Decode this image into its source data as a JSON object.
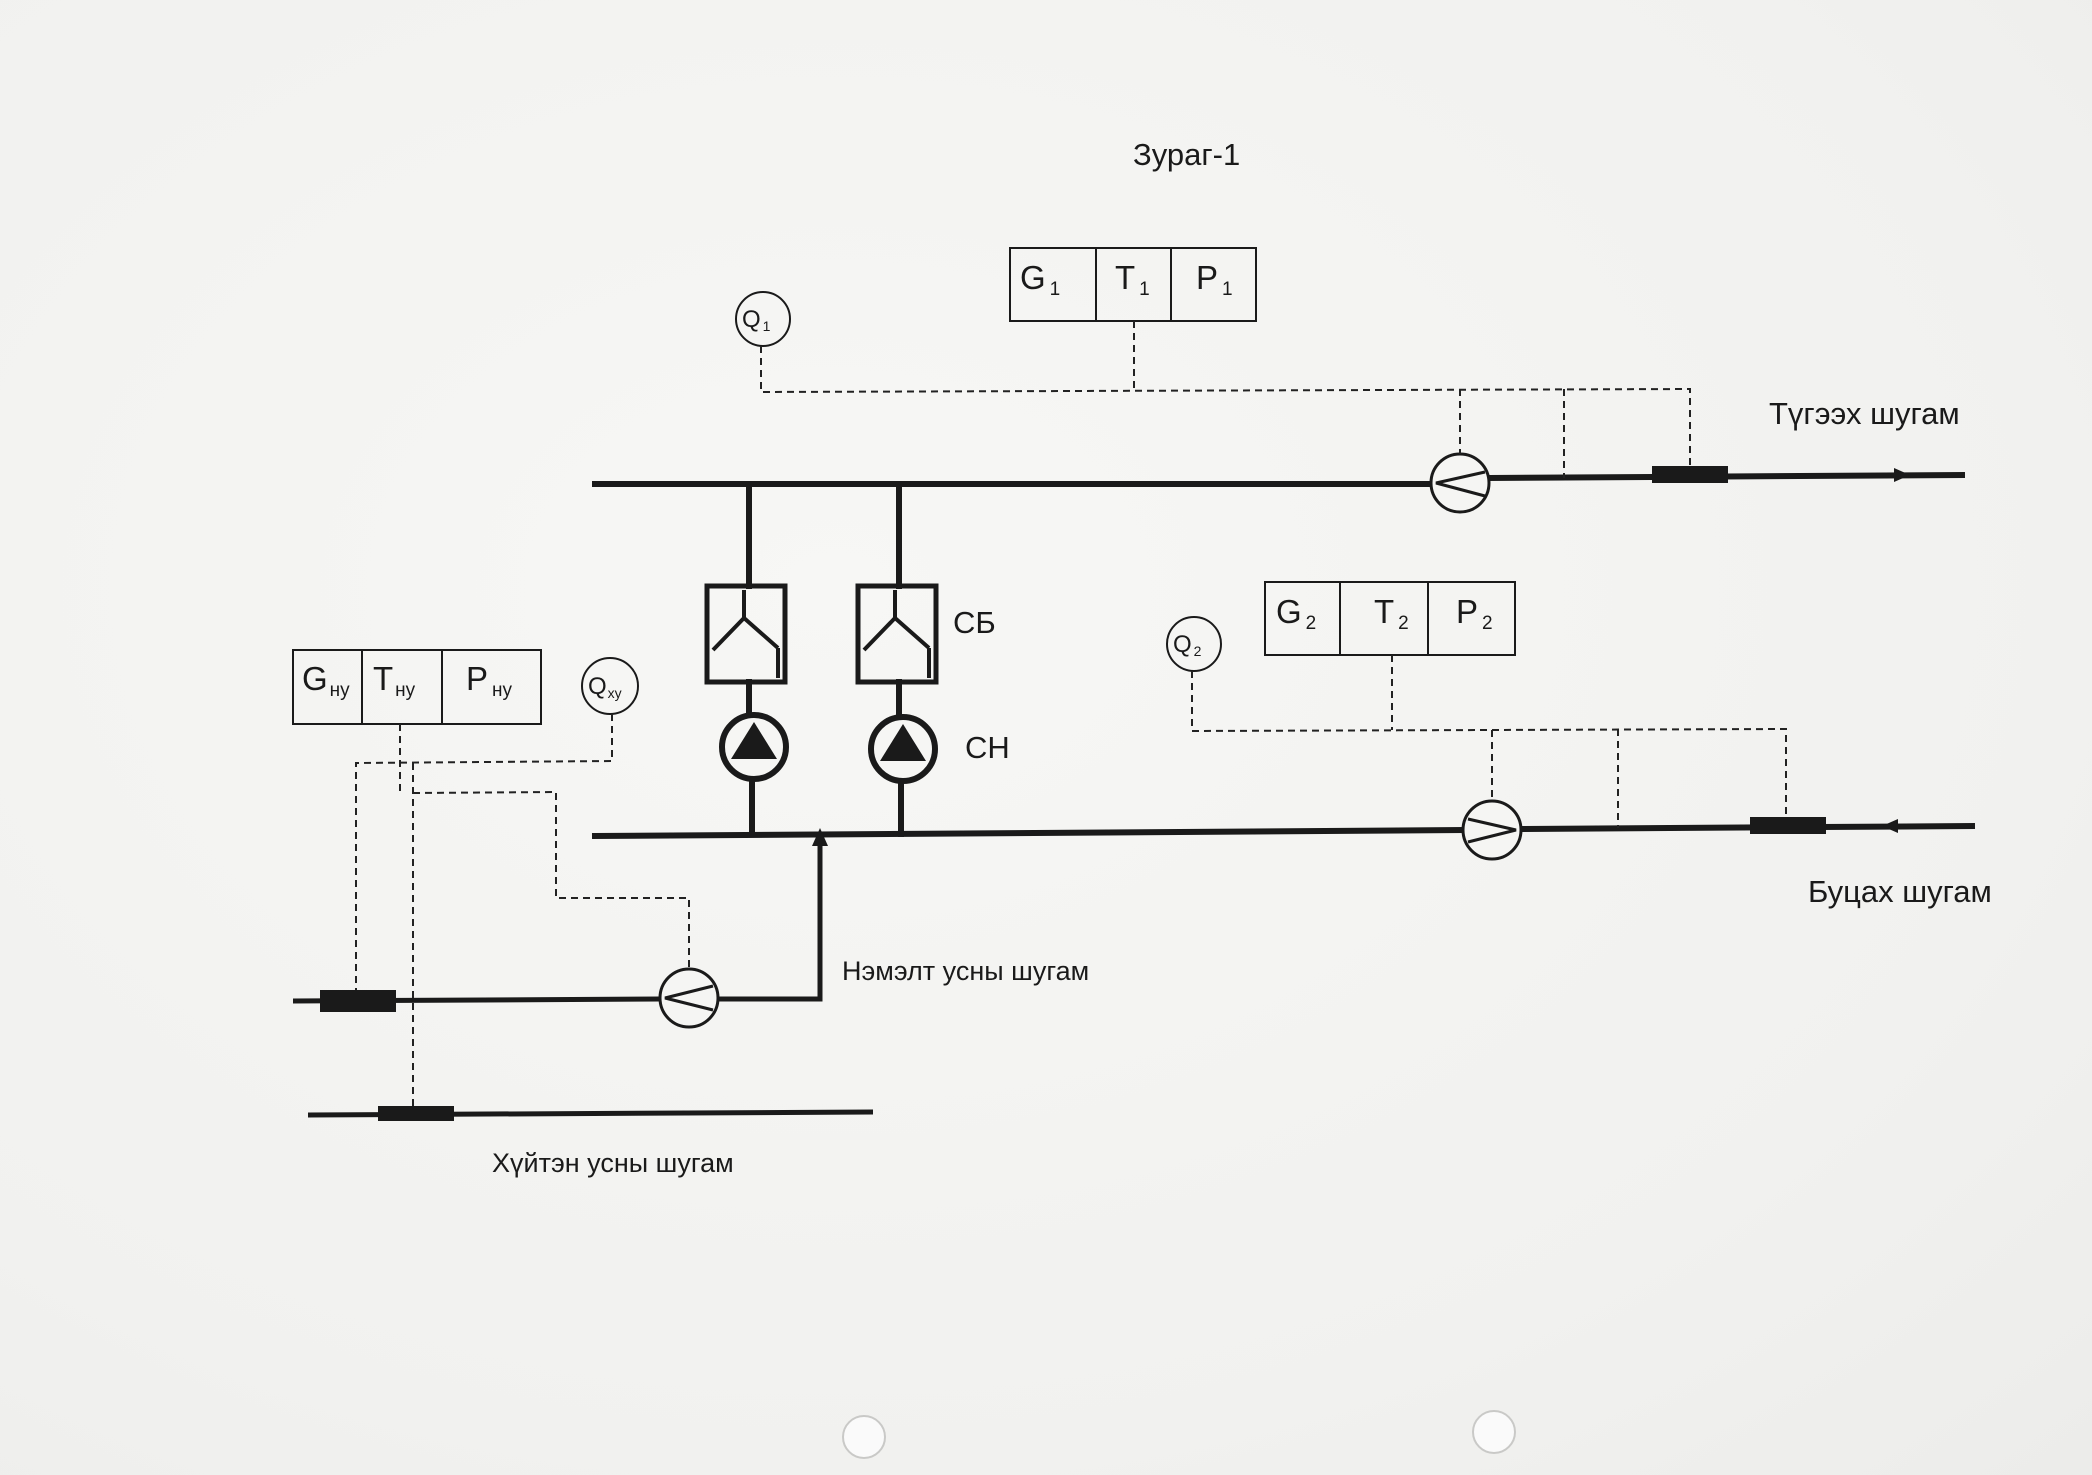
{
  "title": "Зураг-1",
  "lines": {
    "supply": "Түгээх шугам",
    "return": "Буцах шугам",
    "makeup": "Нэмэлт усны шугам",
    "cold": "Хүйтэн усны шугам"
  },
  "equipment": {
    "check_valve": "СБ",
    "pump": "СН"
  },
  "sensors": {
    "supply": [
      {
        "letter": "G",
        "sub": "1"
      },
      {
        "letter": "T",
        "sub": "1"
      },
      {
        "letter": "P",
        "sub": "1"
      }
    ],
    "return": [
      {
        "letter": "G",
        "sub": "2"
      },
      {
        "letter": "T",
        "sub": "2"
      },
      {
        "letter": "P",
        "sub": "2"
      }
    ],
    "makeup": [
      {
        "letter": "G",
        "sub": "ну"
      },
      {
        "letter": "T",
        "sub": "ну"
      },
      {
        "letter": "P",
        "sub": "ну"
      }
    ]
  },
  "heat_meters": {
    "q1": {
      "letter": "Q",
      "sub": "1"
    },
    "q2": {
      "letter": "Q",
      "sub": "2"
    },
    "qxy": {
      "letter": "Q",
      "sub": "ху"
    }
  }
}
